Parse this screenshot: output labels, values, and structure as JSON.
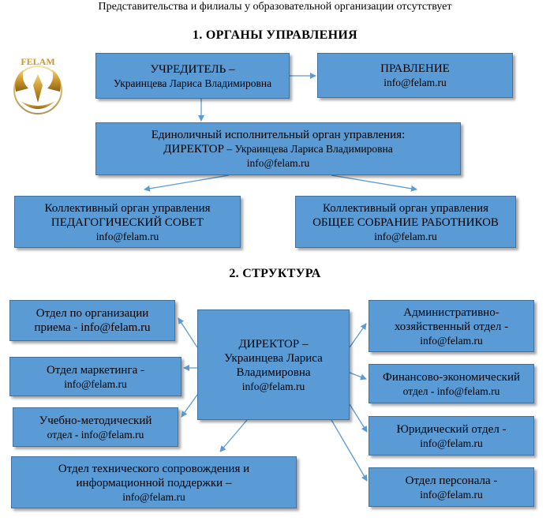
{
  "top_note": "Представительства и филиалы у образовательной организации отсутствует",
  "section1": {
    "heading": "1.  ОРГАНЫ УПРАВЛЕНИЯ"
  },
  "section2": {
    "heading": "2.  СТРУКТУРА"
  },
  "logo": {
    "text": "FELAM"
  },
  "colors": {
    "box_fill": "#5b9bd5",
    "box_border": "#41719c",
    "arrow": "#5b9bd5"
  },
  "boxes": {
    "founder": {
      "line1": "УЧРЕДИТЕЛЬ –",
      "line2": "Украинцева Лариса Владимировна"
    },
    "board": {
      "line1": "ПРАВЛЕНИЕ",
      "line2": "info@felam.ru"
    },
    "director_top": {
      "line1": "Единоличный исполнительный орган управления:",
      "line2a": "ДИРЕКТОР",
      "line2b": " – Украинцева Лариса Владимировна",
      "line3": "info@felam.ru"
    },
    "ped_council": {
      "line1": "Коллективный орган управления",
      "line2": "ПЕДАГОГИЧЕСКИЙ СОВЕТ",
      "line3": "info@felam.ru"
    },
    "general_meeting": {
      "line1": "Коллективный орган управления",
      "line2": "ОБЩЕЕ СОБРАНИЕ РАБОТНИКОВ",
      "line3": "info@felam.ru"
    },
    "director_center": {
      "line1": "ДИРЕКТОР –",
      "line2": "Украинцева Лариса",
      "line3": "Владимировна",
      "line4": "info@felam.ru"
    },
    "admissions": {
      "line1": "Отдел по организации",
      "line2": "приема - info@felam.ru"
    },
    "marketing": {
      "line1": "Отдел маркетинга -",
      "line2": "info@felam.ru"
    },
    "methodical": {
      "line1": "Учебно-методический",
      "line2": "отдел - info@felam.ru"
    },
    "tech_support": {
      "line1": "Отдел технического сопровождения и",
      "line2": "информационной поддержки –",
      "line3": "info@felam.ru"
    },
    "admin_dept": {
      "line1": "Административно-",
      "line2": "хозяйственный отдел -",
      "line3": "info@felam.ru"
    },
    "finance_dept": {
      "line1": "Финансово-экономический",
      "line2": "отдел - info@felam.ru"
    },
    "legal_dept": {
      "line1": "Юридический отдел -",
      "line2": "info@felam.ru"
    },
    "hr_dept": {
      "line1": "Отдел персонала -",
      "line2": "info@felam.ru"
    }
  }
}
